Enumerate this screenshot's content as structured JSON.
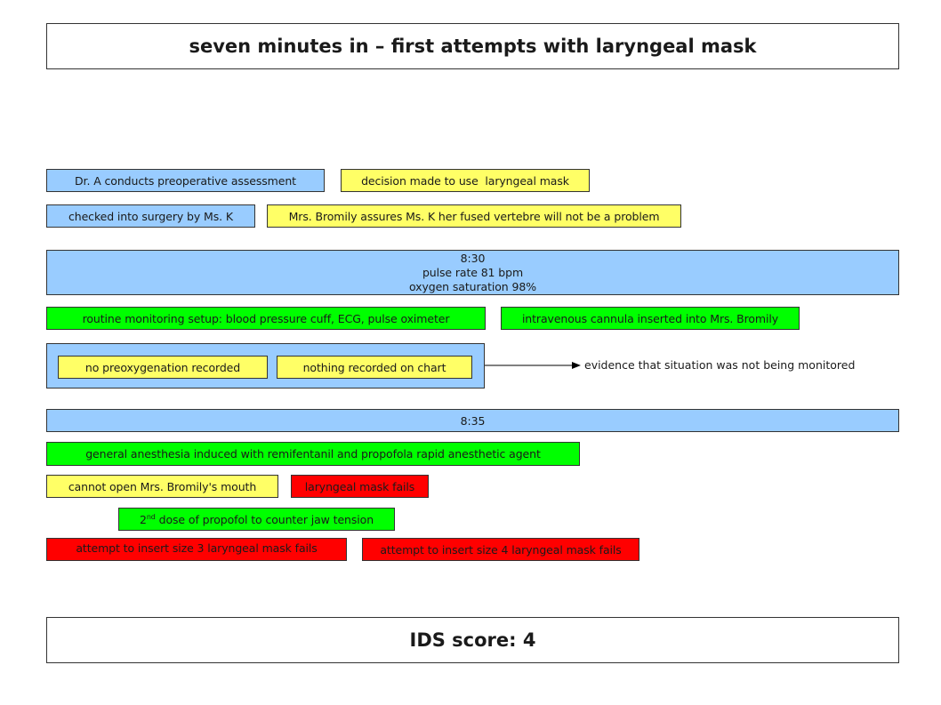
{
  "title": "seven minutes in – first attempts with laryngeal mask",
  "row1": {
    "assessment": "Dr. A conducts preoperative assessment",
    "decision": "decision made to use  laryngeal mask"
  },
  "row2": {
    "checked_in": "checked into surgery by Ms. K",
    "assurance": "Mrs. Bromily assures Ms. K her fused vertebre will not be a problem"
  },
  "vitals": {
    "time": "8:30",
    "pulse": "pulse rate 81 bpm",
    "oxygen": "oxygen saturation 98%"
  },
  "row3": {
    "monitoring": "routine monitoring setup: blood pressure cuff, ECG, pulse oximeter",
    "cannula": "intravenous cannula inserted into Mrs. Bromily"
  },
  "monitoring_group": {
    "no_preoxygenation": "no preoxygenation recorded",
    "nothing_recorded": "nothing recorded on chart",
    "evidence": "evidence that situation was not being monitored"
  },
  "time2": "8:35",
  "anesthesia": "general anesthesia induced with remifentanil and propofola rapid anesthetic agent",
  "row4": {
    "cannot_open": "cannot open Mrs. Bromily's mouth",
    "mask_fails": "laryngeal mask fails"
  },
  "second_dose": {
    "ordinal_number": "2",
    "ordinal_suffix": "nd",
    "rest": " dose of propofol to counter jaw tension"
  },
  "row5": {
    "size3_fails": "attempt to insert size 3 laryngeal mask fails",
    "size4_fails": "attempt to insert size 4 laryngeal mask fails"
  },
  "ids_score": "IDS score: 4",
  "colors": {
    "blue": "#99ccff",
    "yellow": "#ffff66",
    "green": "#00ff00",
    "red": "#ff0000"
  }
}
